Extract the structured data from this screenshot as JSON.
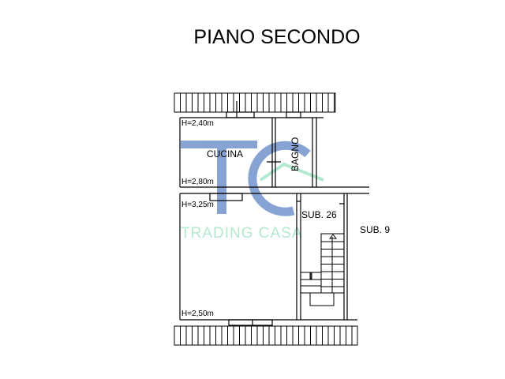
{
  "title": "PIANO SECONDO",
  "rooms": {
    "cucina": "CUCINA",
    "bagno": "BAGNO",
    "sub26": "SUB. 26",
    "sub9": "SUB. 9"
  },
  "heights": {
    "h1": "H=2,40m",
    "h2": "H=2,80m",
    "h3": "H=3,25m",
    "h4": "H=2,50m"
  },
  "watermark": {
    "monogram": "TC",
    "brand": "TRADING CASA",
    "blue": "#7394cc",
    "green": "#a6e6c8"
  }
}
